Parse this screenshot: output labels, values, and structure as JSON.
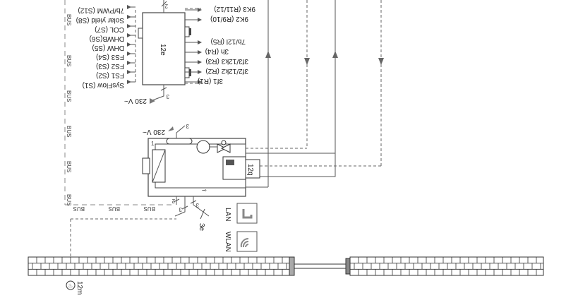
{
  "diagram": {
    "bus_label": "BUS",
    "module_12e": {
      "id": "12e",
      "left_terminals": [
        "7b/PWM (S12)",
        "Solar yield (S8)",
        "COL (S7)",
        "DHWB(S6)",
        "DHW (S5)",
        "FS3 (S4)",
        "FS2 (S3)",
        "FS1 (S2)",
        "SysFlow (S1)"
      ],
      "right_terminals": [
        "9K3 (R11/12)",
        "9K2 (R9/10)",
        "7b/12l (R5)",
        "3h (R4)",
        "3f3/12k3 (R3)",
        "3f2/12k2 (R2)",
        "3f1 (R1)"
      ],
      "power": "230 V~",
      "power_wire": "3",
      "cable_count": "2"
    },
    "boiler": {
      "number": "1",
      "power": "230 V~",
      "power_wire": "3",
      "module_12q": "12q",
      "pump_label": "3e",
      "wire_counts": [
        "2",
        "3",
        "3"
      ]
    },
    "network": {
      "lan_label": "LAN",
      "wlan_label": "WLAN"
    },
    "sensor_12m": {
      "label": "12m",
      "symbol": "♨"
    }
  }
}
